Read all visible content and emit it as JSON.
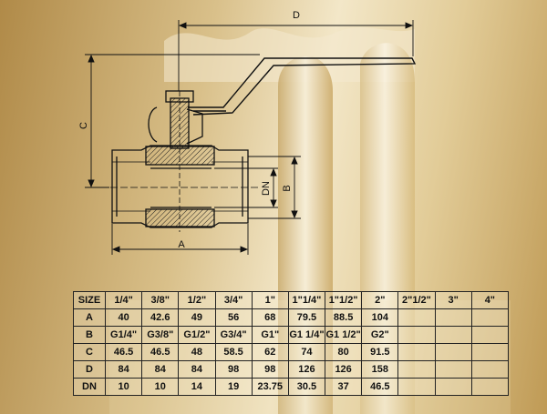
{
  "labels": {
    "A": "A",
    "B": "B",
    "C": "C",
    "D": "D",
    "DN": "DN"
  },
  "table": {
    "size_label": "SIZE",
    "sizes": [
      "1/4\"",
      "3/8\"",
      "1/2\"",
      "3/4\"",
      "1\"",
      "1\"1/4\"",
      "1\"1/2\"",
      "2\"",
      "2\"1/2\"",
      "3\"",
      "4\""
    ],
    "rows": [
      {
        "label": "A",
        "values": [
          "40",
          "42.6",
          "49",
          "56",
          "68",
          "79.5",
          "88.5",
          "104",
          "",
          "",
          ""
        ]
      },
      {
        "label": "B",
        "values": [
          "G1/4\"",
          "G3/8\"",
          "G1/2\"",
          "G3/4\"",
          "G1\"",
          "G1 1/4\"",
          "G1 1/2\"",
          "G2\"",
          "",
          "",
          ""
        ]
      },
      {
        "label": "C",
        "values": [
          "46.5",
          "46.5",
          "48",
          "58.5",
          "62",
          "74",
          "80",
          "91.5",
          "",
          "",
          ""
        ]
      },
      {
        "label": "D",
        "values": [
          "84",
          "84",
          "84",
          "98",
          "98",
          "126",
          "126",
          "158",
          "",
          "",
          ""
        ]
      },
      {
        "label": "DN",
        "values": [
          "10",
          "10",
          "14",
          "19",
          "23.75",
          "30.5",
          "37",
          "46.5",
          "",
          "",
          ""
        ]
      }
    ]
  }
}
